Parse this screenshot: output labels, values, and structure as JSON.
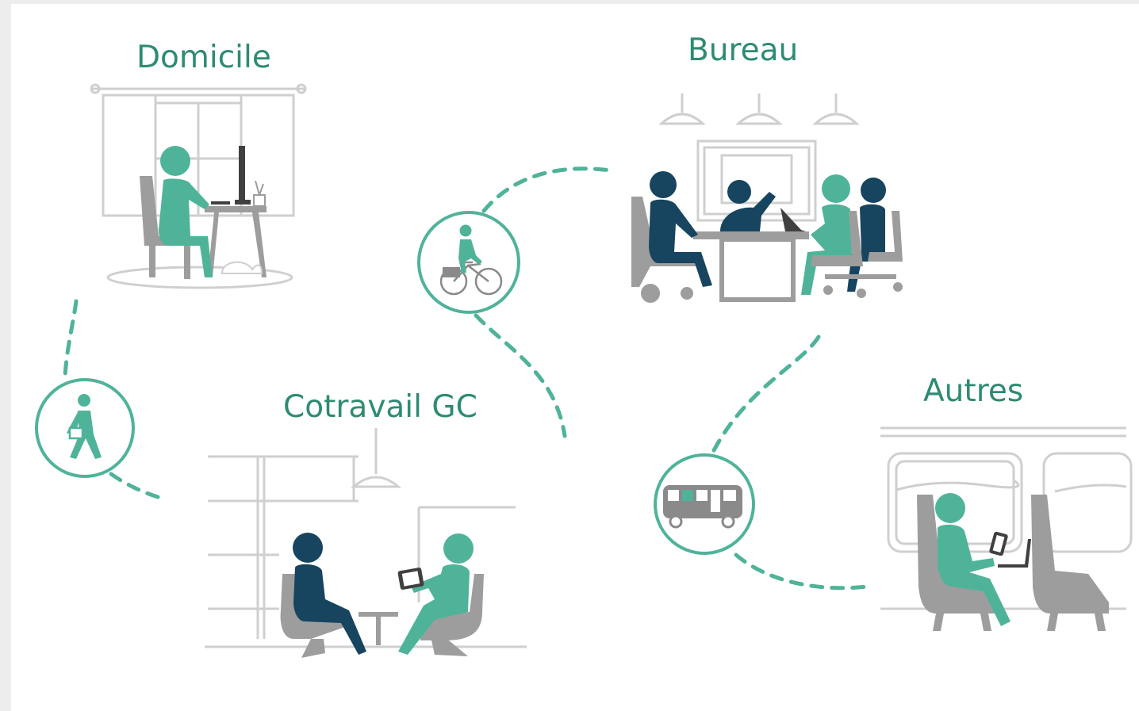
{
  "locations": [
    {
      "id": "domicile",
      "label": "Domicile"
    },
    {
      "id": "bureau",
      "label": "Bureau"
    },
    {
      "id": "cotravail",
      "label": "Cotravail GC"
    },
    {
      "id": "autres",
      "label": "Autres"
    }
  ],
  "transports": [
    {
      "id": "walk",
      "icon": "walking-person-icon"
    },
    {
      "id": "bike",
      "icon": "bicycle-icon"
    },
    {
      "id": "bus",
      "icon": "bus-icon"
    }
  ],
  "colors": {
    "teal": "#4fb39a",
    "dark_teal": "#2e8b74",
    "navy": "#17445e",
    "grey": "#9d9d9d",
    "light_grey": "#cfcfcf"
  }
}
